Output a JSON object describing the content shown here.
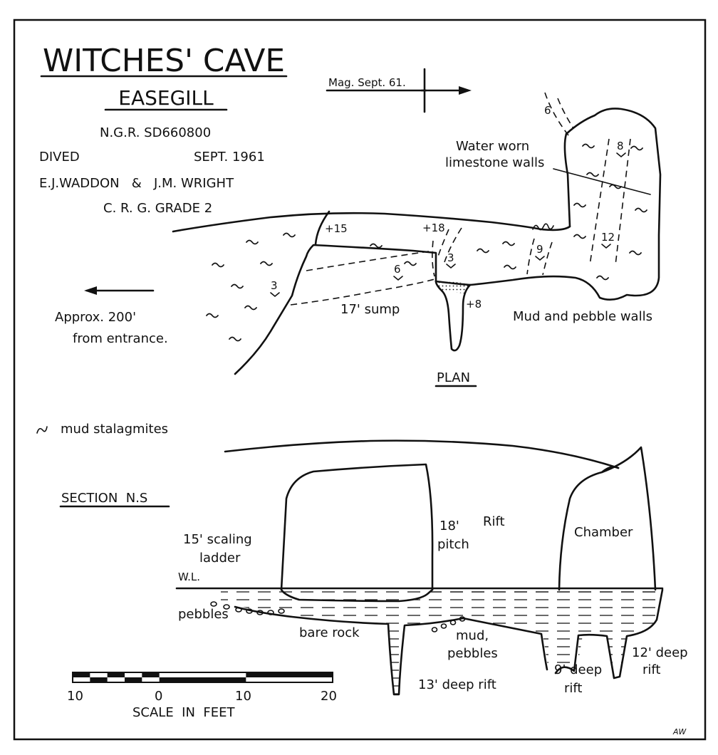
{
  "header": {
    "title": "WITCHES' CAVE",
    "subtitle": "EASEGILL",
    "ngr": "N.G.R. SD660800",
    "dived_label": "DIVED",
    "dived_date": "SEPT.  1961",
    "divers": "E.J.WADDON   &   J.M. WRIGHT",
    "grade": "C. R. G. GRADE 2"
  },
  "plan": {
    "north_label": "Mag. Sept. 61.",
    "title": "PLAN",
    "wall_label_1": "Water worn",
    "wall_label_2": "limestone walls",
    "mud_walls": "Mud and pebble walls",
    "sump": "17' sump",
    "entrance_1": "Approx. 200'",
    "entrance_2": "from entrance.",
    "heights": {
      "h15": "+15",
      "h18": "+18",
      "h8": "+8"
    },
    "depths": {
      "d3a": "3",
      "d6": "6",
      "d3b": "3",
      "d9": "9",
      "d12": "12",
      "d8": "8",
      "d6top": "6"
    }
  },
  "legend": {
    "stalagmite_label": "mud stalagmites"
  },
  "section": {
    "title": "SECTION  N.S",
    "ladder_1": "15' scaling",
    "ladder_2": "ladder",
    "wl": "W.L.",
    "pitch_1": "18'",
    "pitch_2": "pitch",
    "rift": "Rift",
    "chamber": "Chamber",
    "pebbles": "pebbles",
    "bare_rock": "bare rock",
    "mud_1": "mud,",
    "mud_2": "pebbles",
    "rift13": "13' deep rift",
    "rift9_1": "9' deep",
    "rift9_2": "rift",
    "rift12_1": "12' deep",
    "rift12_2": "rift"
  },
  "scale": {
    "ticks": [
      "10",
      "0",
      "10",
      "20"
    ],
    "label": "SCALE  IN  FEET",
    "marks": [
      -10,
      0,
      10,
      20
    ]
  },
  "signature": "AW"
}
